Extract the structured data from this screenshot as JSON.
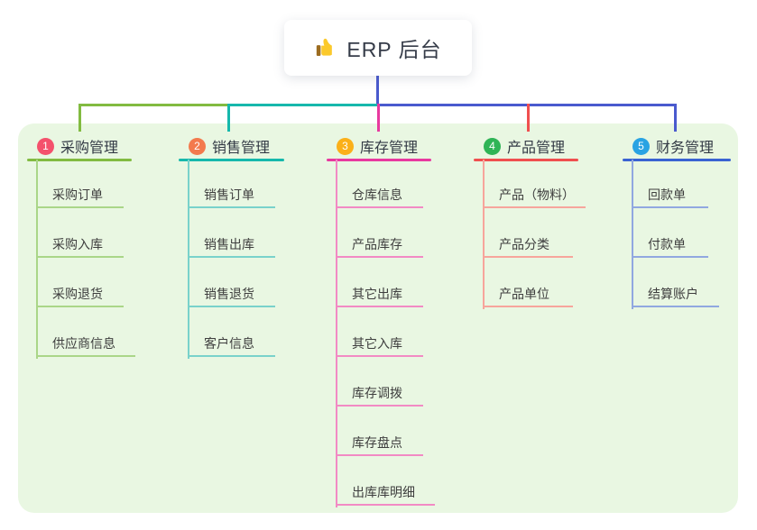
{
  "root": {
    "label": "ERP 后台",
    "icon": "thumbs-up-icon"
  },
  "colors": {
    "root_line": "#4a5ace",
    "panel_bg": "#e9f7e2",
    "card_bg": "#ffffff",
    "header_text": "#333a45",
    "child_text": "#3e3e3e"
  },
  "branches": [
    {
      "index": "1",
      "label": "采购管理",
      "badge_color": "#f4516c",
      "line_color": "#82bb41",
      "child_line_color": "#aad688",
      "children": [
        "采购订单",
        "采购入库",
        "采购退货",
        "供应商信息"
      ]
    },
    {
      "index": "2",
      "label": "销售管理",
      "badge_color": "#f37a4d",
      "line_color": "#16b8ac",
      "child_line_color": "#79d2cb",
      "children": [
        "销售订单",
        "销售出库",
        "销售退货",
        "客户信息"
      ]
    },
    {
      "index": "3",
      "label": "库存管理",
      "badge_color": "#fbb019",
      "line_color": "#e8399f",
      "child_line_color": "#f28ac4",
      "children": [
        "仓库信息",
        "产品库存",
        "其它出库",
        "其它入库",
        "库存调拨",
        "库存盘点",
        "出库库明细"
      ]
    },
    {
      "index": "4",
      "label": "产品管理",
      "badge_color": "#2fb456",
      "line_color": "#f04f4f",
      "child_line_color": "#f7a59c",
      "children": [
        "产品（物料）",
        "产品分类",
        "产品单位"
      ]
    },
    {
      "index": "5",
      "label": "财务管理",
      "badge_color": "#29a3e3",
      "line_color": "#3a63d2",
      "child_line_color": "#91a8e0",
      "children": [
        "回款单",
        "付款单",
        "结算账户"
      ]
    }
  ]
}
